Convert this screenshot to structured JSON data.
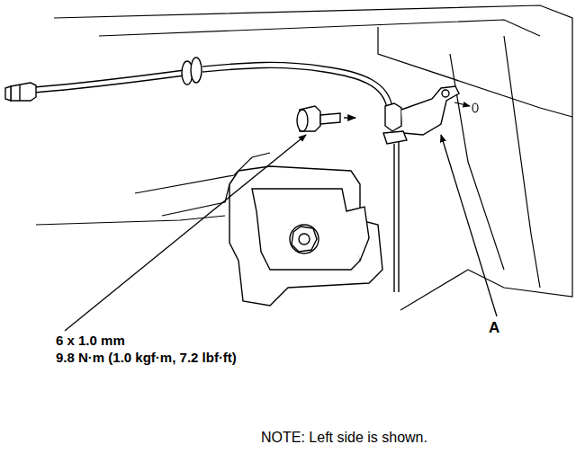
{
  "diagram": {
    "labels": [
      "6 x 1.0 mm",
      "9.8 N·m (1.0 kgf·m, 7.2 lbf·ft)",
      "A",
      "NOTE: Left side is shown."
    ]
  }
}
